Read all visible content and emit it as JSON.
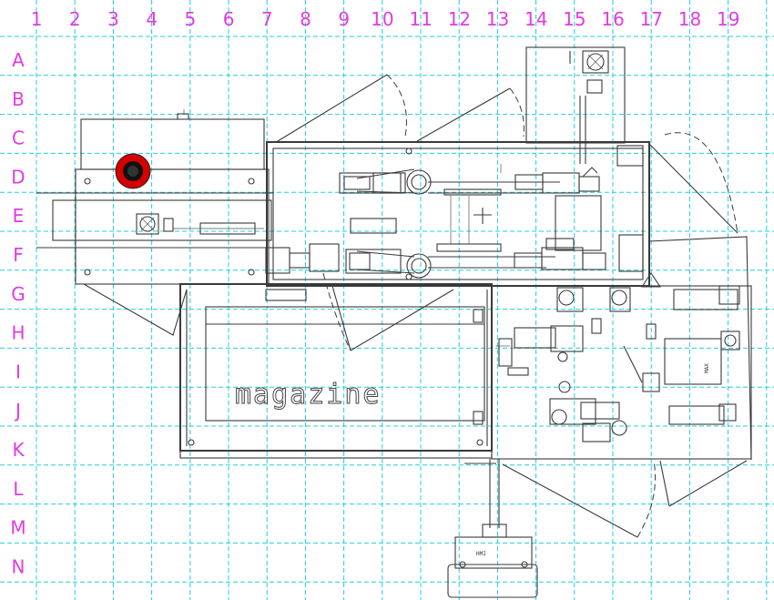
{
  "grid": {
    "columns": [
      "1",
      "2",
      "3",
      "4",
      "5",
      "6",
      "7",
      "8",
      "9",
      "10",
      "11",
      "12",
      "13",
      "14",
      "15",
      "16",
      "17",
      "18",
      "19"
    ],
    "rows": [
      "A",
      "B",
      "C",
      "D",
      "E",
      "F",
      "G",
      "H",
      "I",
      "J",
      "K",
      "L",
      "M",
      "N"
    ],
    "label_color": "#e23be2",
    "line_color": "#20d0d8"
  },
  "labels": {
    "magazine": "magazine",
    "hmi": "HMI",
    "max": "MAX"
  },
  "colors": {
    "stop_button_outer": "#d40000",
    "stop_button_inner": "#111111",
    "line": "#3a3a3a"
  },
  "icons": {
    "stop_button": "emergency-stop-icon",
    "fan": "fan-icon"
  }
}
